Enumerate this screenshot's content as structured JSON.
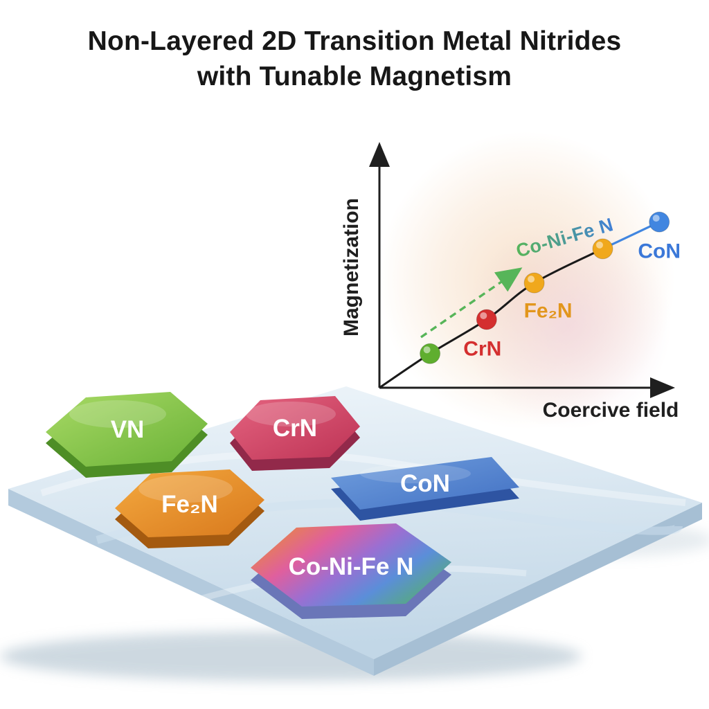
{
  "title": {
    "line1": "Non-Layered 2D Transition Metal Nitrides",
    "line2": "with Tunable Magnetism"
  },
  "chart_data": {
    "type": "scatter",
    "title": "",
    "xlabel": "Coercive field",
    "ylabel": "Magnetization",
    "x_range": [
      0,
      1
    ],
    "y_range": [
      0,
      1
    ],
    "grid": false,
    "legend": "none",
    "trend": "monotonic increasing, saturating curve through points",
    "curve_color": "#1a1a1a",
    "trend_segment_color": "#4186e0",
    "glow_color": "#f5d9bd",
    "glow2_color": "#eecfdd",
    "points": [
      {
        "label": "",
        "material": "VN",
        "color": "#5fae2f",
        "coercive_field": 0.17,
        "magnetization": 0.14
      },
      {
        "label": "CrN",
        "material": "CrN",
        "color": "#d42f2f",
        "label_color": "#d42f2f",
        "coercive_field": 0.36,
        "magnetization": 0.28,
        "label_dx": -6,
        "label_dy": 52
      },
      {
        "label": "Fe₂N",
        "material": "Fe₂N",
        "color": "#f0a81c",
        "label_color": "#e2961c",
        "coercive_field": 0.52,
        "magnetization": 0.43,
        "label_dx": 20,
        "label_dy": 50
      },
      {
        "label": "",
        "material": "Fe₂N",
        "color": "#f0a81c",
        "coercive_field": 0.75,
        "magnetization": 0.57
      },
      {
        "label": "CoN",
        "material": "CoN",
        "color": "#4186e0",
        "label_color": "#3b78d8",
        "coercive_field": 0.94,
        "magnetization": 0.68,
        "label_dx": 0,
        "label_dy": 52
      }
    ],
    "annotation": {
      "text": "Co-Ni-Fe N",
      "style": "dashed-arrow",
      "arrow_color": "#57b559",
      "color_start": "#57b559",
      "color_end": "#3f7fd6"
    }
  },
  "substrate": {
    "top_light": "#eef5fa",
    "top_dark": "#c2d7e7",
    "edge_left": "#b3cadd",
    "edge_right": "#a6bfd4",
    "shadow": "#9db3c2"
  },
  "tiles": [
    {
      "label": "VN",
      "top_light": "#a9da66",
      "top_dark": "#69b136",
      "side": "#4e8e26",
      "text_color": "#ffffff"
    },
    {
      "label": "CrN",
      "top_light": "#e56480",
      "top_dark": "#bd3355",
      "side": "#92294a",
      "text_color": "#ffffff"
    },
    {
      "label": "CoN",
      "top_light": "#719fde",
      "top_dark": "#4170c3",
      "side": "#2e54a2",
      "text_color": "#ffffff"
    },
    {
      "label": "Fe₂N",
      "top_light": "#f4aa40",
      "top_dark": "#d8781c",
      "side": "#a45a10",
      "text_color": "#ffffff"
    },
    {
      "label": "Co-Ni-Fe N",
      "c1": "#e98a3c",
      "c2": "#df5f9e",
      "c3": "#9a6fd2",
      "c4": "#5b8ed9",
      "c5": "#56b06a",
      "side": "#6a76b8",
      "text_color": "#ffffff"
    }
  ]
}
